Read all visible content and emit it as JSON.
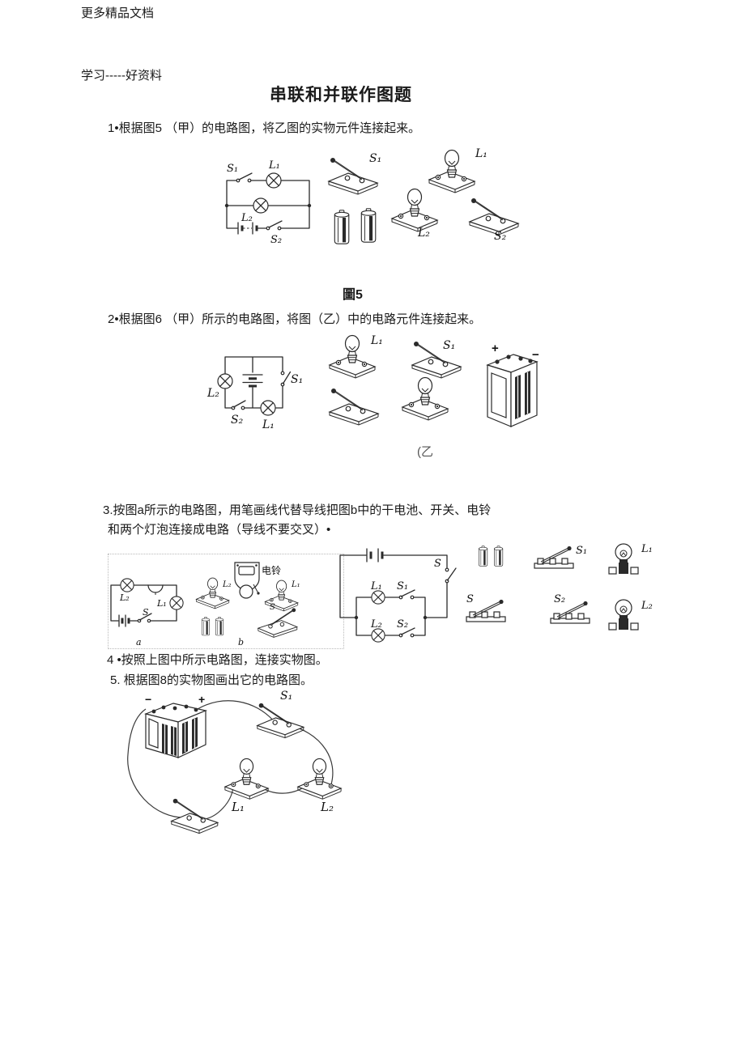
{
  "page": {
    "top_note": "更多精品文档",
    "study_note": "学习-----好资料",
    "title": "串联和并联作图题"
  },
  "questions": {
    "q1": "1•根据图5 （甲）的电路图，将乙图的实物元件连接起来。",
    "q2": "2•根据图6 （甲）所示的电路图，将图（乙）中的电路元件连接起来。",
    "q3_line1": "3.按图a所示的电路图，用笔画线代替导线把图b中的干电池、开关、电铃",
    "q3_line2": "和两个灯泡连接成电路（导线不要交叉）•",
    "q4": "4 •按照上图中所示电路图，连接实物图。",
    "q5": "5. 根据图8的实物图画出它的电路图。"
  },
  "captions": {
    "fig5": "圖5",
    "fig6_yi": "(乙",
    "sub_a": "a",
    "sub_b": "b"
  },
  "labels": {
    "s": "S",
    "s1": "S₁",
    "s2": "S₂",
    "l1": "L₁",
    "l2": "L₂",
    "bell": "电铃",
    "plus": "+",
    "minus": "−"
  },
  "colors": {
    "ink": "#1a1a1a",
    "muted_caption": "#555555"
  }
}
